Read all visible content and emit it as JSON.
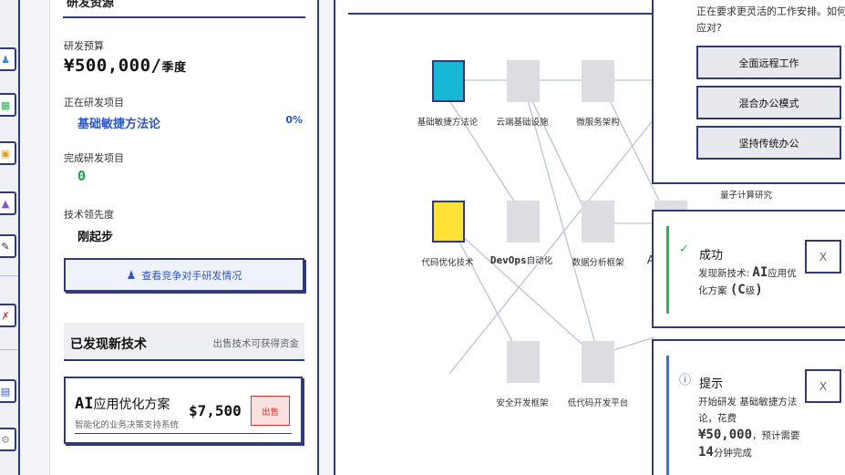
{
  "stats": {
    "cut_title": "研发资源",
    "budget_label": "研发预算",
    "budget_value": "¥500,000/",
    "budget_unit": "季度",
    "current_project_label": "正在研发项目",
    "current_project_name": "基础敏捷方法论",
    "current_project_progress": "0%",
    "completed_label": "完成研发项目",
    "completed_count": "0",
    "tech_level_label": "技术领先度",
    "tech_level_value": "刚起步",
    "rival_button": "查看竞争对手研发情况"
  },
  "discovered": {
    "title": "已发现新技术",
    "hint": "出售技术可获得资金",
    "items": [
      {
        "name_prefix": "AI",
        "name_rest": "应用优化方案",
        "desc": "智能化的业务决策支持系统",
        "price": "$7,500",
        "sell_label": "出售"
      }
    ]
  },
  "tree": {
    "nodes": [
      {
        "label": "基础敏捷方法论",
        "status": "researching"
      },
      {
        "label": "云端基础设施",
        "status": "locked"
      },
      {
        "label": "微服务架构",
        "status": "locked"
      },
      {
        "label": "代码优化技术",
        "status": "available"
      },
      {
        "label_prefix": "DevOps",
        "label_rest": "自动化",
        "status": "locked"
      },
      {
        "label": "数据分析框架",
        "status": "locked"
      },
      {
        "label": "安全开发框架",
        "status": "locked"
      },
      {
        "label": "低代码开发平台",
        "status": "locked"
      },
      {
        "label": "量子计算研究",
        "status": "locked"
      },
      {
        "label": "A",
        "status": "locked"
      }
    ]
  },
  "dialog": {
    "question": "正在要求更灵活的工作安排。如何应对?",
    "options": [
      "全面远程工作",
      "混合办公模式",
      "坚持传统办公"
    ]
  },
  "toasts": [
    {
      "type": "success",
      "title": "成功",
      "body_prefix": "发现新技术:",
      "body_mono": "AI",
      "body_mid": "应用优化方案",
      "body_grade": "(C",
      "body_grade_sub": "级",
      "body_grade_end": ")",
      "close": "X",
      "accent": "#2bb24c"
    },
    {
      "type": "info",
      "title": "提示",
      "body_prefix": "开始研发 基础敏捷方法论，花费",
      "body_money": "¥50,000",
      "body_mid": "，预计需要",
      "body_minutes": "14",
      "body_end": "分钟完成",
      "close": "X",
      "accent": "#3a6ee8"
    }
  ],
  "colors": {
    "frame": "#2f3a78",
    "link": "#2d55c9",
    "researching_node": "#17b7d6",
    "available_node": "#ffe233",
    "locked_node": "#dcdde2",
    "success": "#2bb24c",
    "danger": "#dd3333"
  },
  "icons": {
    "rival_button": "users-icon",
    "success_toast": "check-circle-icon",
    "info_toast": "info-circle-icon"
  }
}
